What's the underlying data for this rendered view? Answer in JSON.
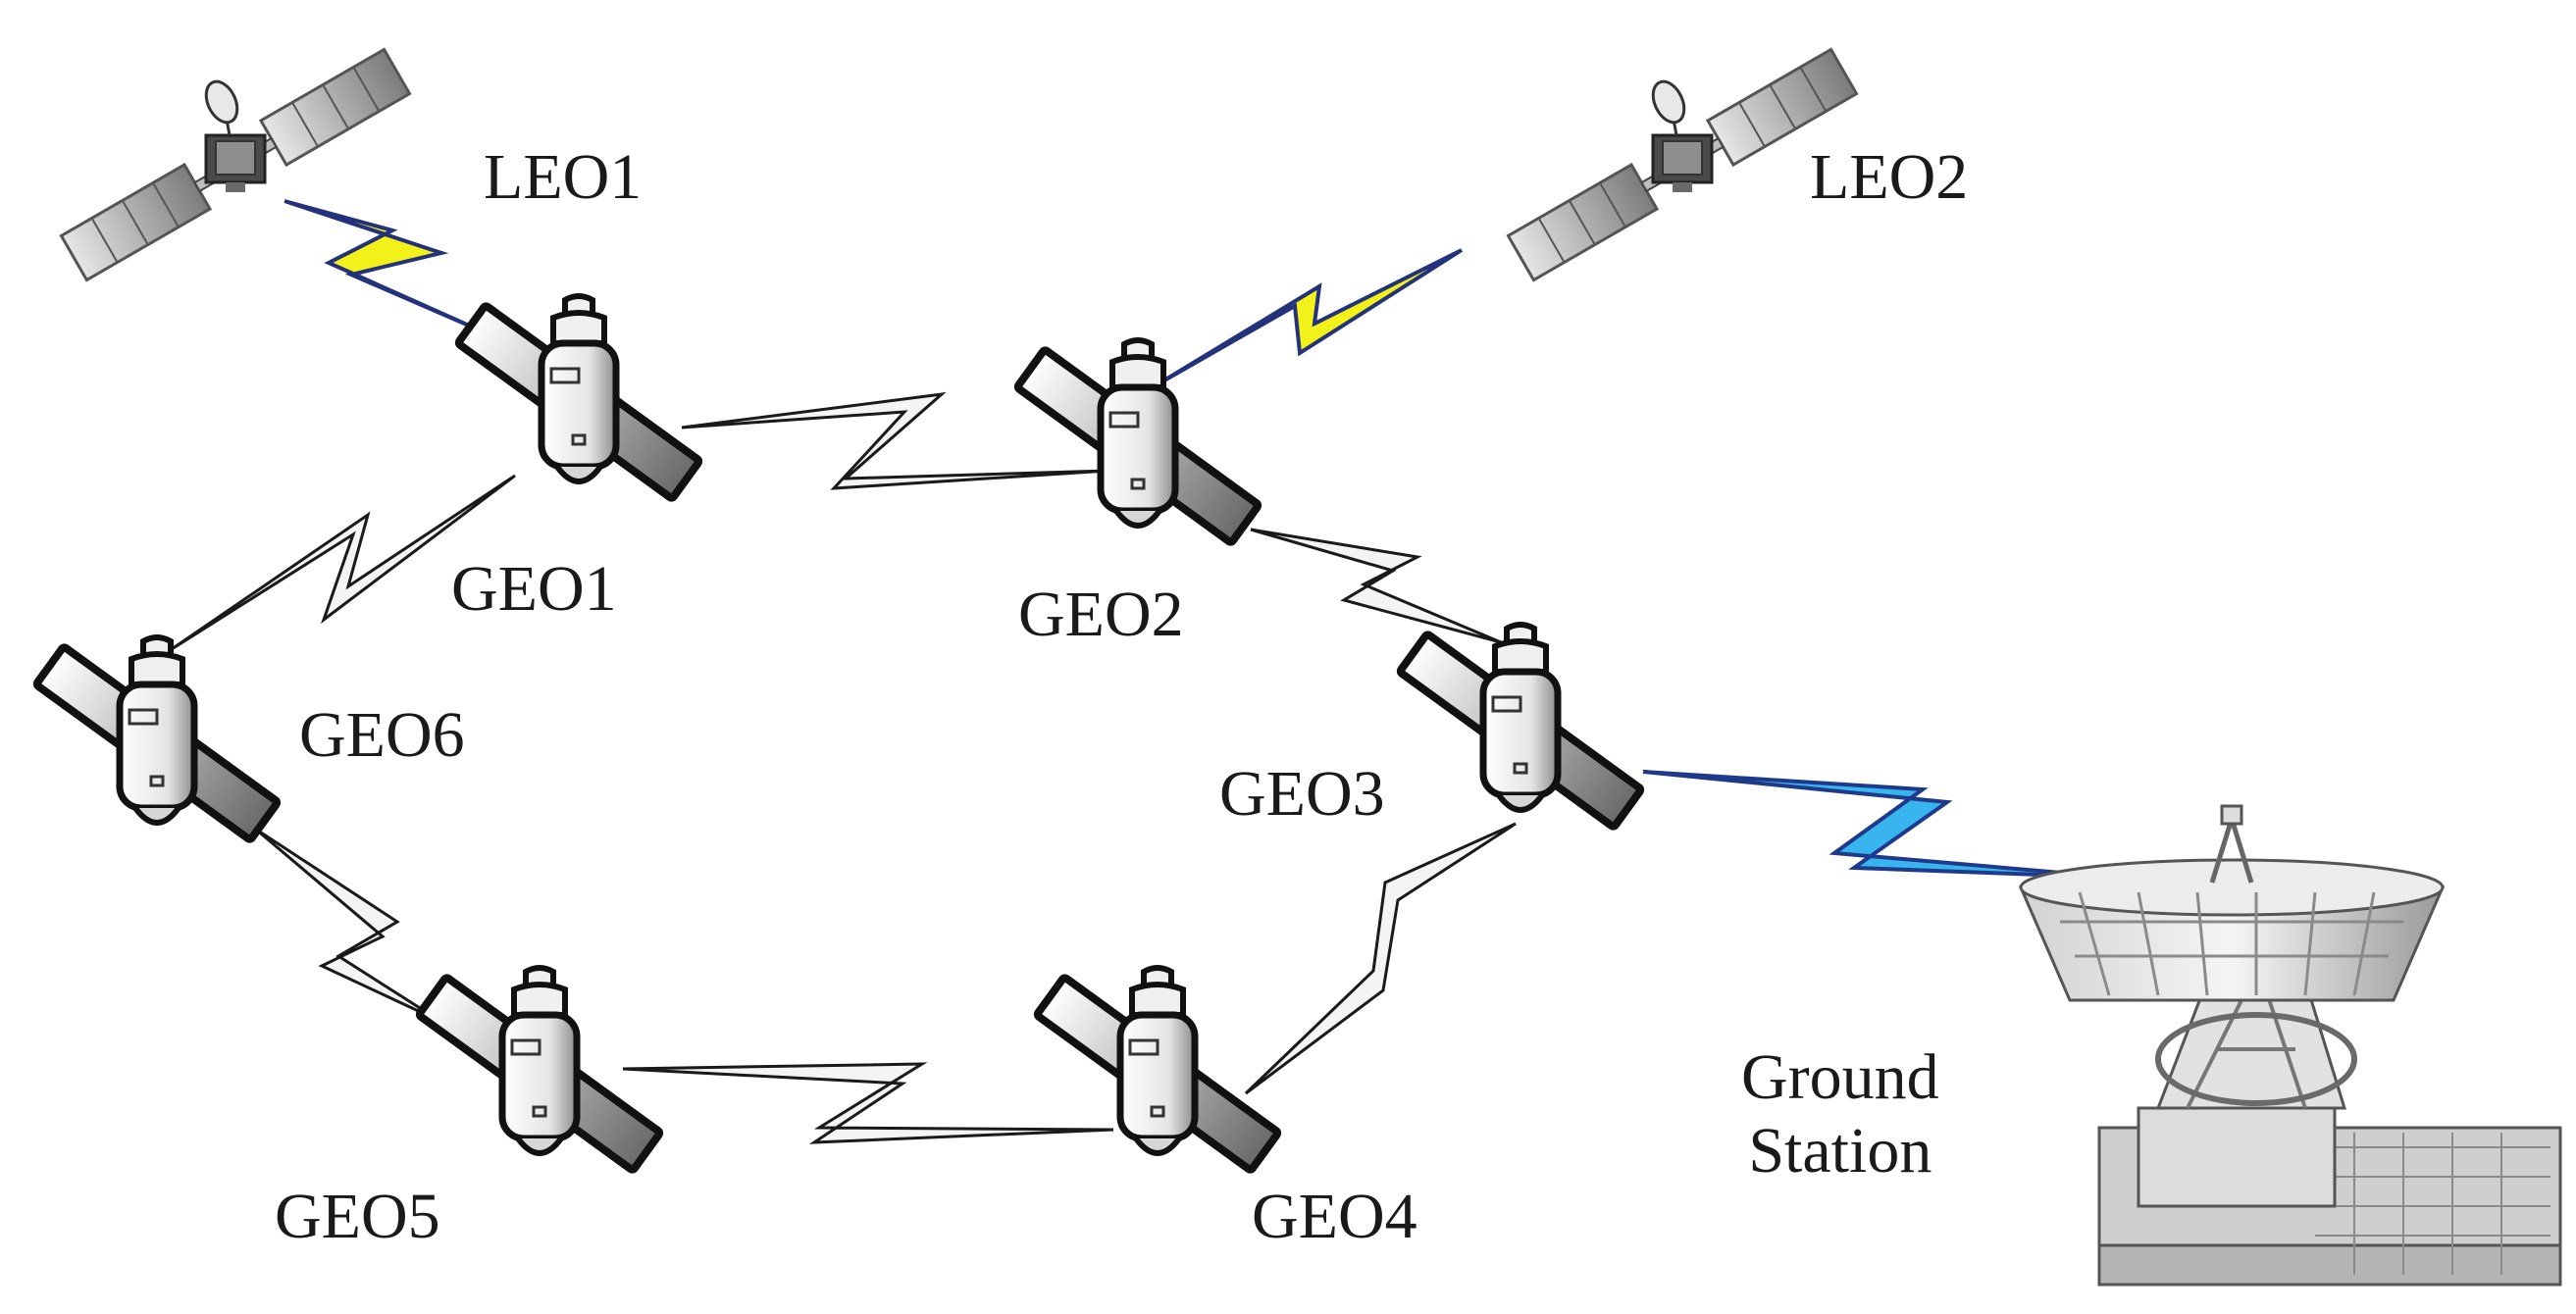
{
  "nodes": {
    "leo1": "LEO1",
    "leo2": "LEO2",
    "geo1": "GEO1",
    "geo2": "GEO2",
    "geo3": "GEO3",
    "geo4": "GEO4",
    "geo5": "GEO5",
    "geo6": "GEO6",
    "ground_line1": "Ground",
    "ground_line2": "Station"
  },
  "links": [
    {
      "from": "LEO1",
      "to": "GEO1",
      "kind": "leo-geo"
    },
    {
      "from": "LEO2",
      "to": "GEO2",
      "kind": "leo-geo"
    },
    {
      "from": "GEO1",
      "to": "GEO2",
      "kind": "inter-geo"
    },
    {
      "from": "GEO2",
      "to": "GEO3",
      "kind": "inter-geo"
    },
    {
      "from": "GEO3",
      "to": "GEO4",
      "kind": "inter-geo"
    },
    {
      "from": "GEO4",
      "to": "GEO5",
      "kind": "inter-geo"
    },
    {
      "from": "GEO5",
      "to": "GEO6",
      "kind": "inter-geo"
    },
    {
      "from": "GEO6",
      "to": "GEO1",
      "kind": "inter-geo"
    },
    {
      "from": "GEO3",
      "to": "Ground Station",
      "kind": "downlink"
    }
  ],
  "colors": {
    "leo_link_fill": "#f2f21a",
    "leo_link_stroke": "#23327a",
    "downlink_fill": "#38b5ee",
    "downlink_stroke": "#1f3a8a",
    "geo_link_fill": "#f4f4f4",
    "geo_link_stroke": "#1a1a1a",
    "label_text": "#1a1a1a"
  },
  "icons": {
    "geo": "geo-satellite-icon",
    "leo": "leo-satellite-icon",
    "ground": "ground-station-antenna-icon"
  }
}
